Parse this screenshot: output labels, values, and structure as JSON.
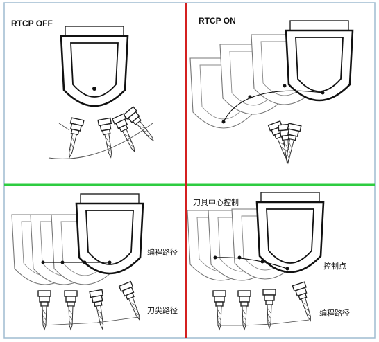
{
  "panels": {
    "top_left": {
      "title": "RTCP OFF"
    },
    "top_right": {
      "title": "RTCP ON"
    },
    "bottom_left": {
      "label_program_path": "编程路径",
      "label_tool_tip_path": "刀尖路径"
    },
    "bottom_right": {
      "label_tool_center": "刀具中心控制",
      "label_control_point": "控制点",
      "label_program_path": "编程路径"
    }
  },
  "colors": {
    "vertical_divider": "#d42020",
    "horizontal_divider": "#2ecc40",
    "frame": "#9fbcd0"
  }
}
